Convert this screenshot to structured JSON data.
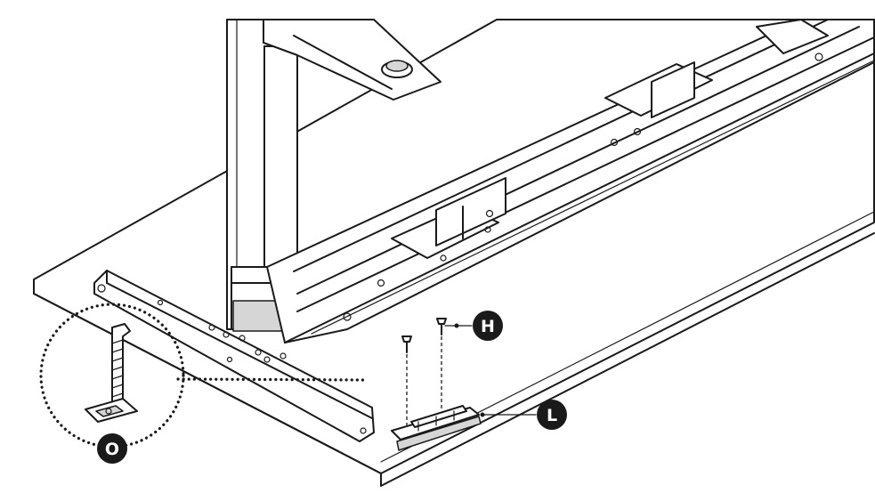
{
  "callouts": {
    "screw": "H",
    "bracket": "L",
    "clip_detail": "O"
  },
  "colors": {
    "line": "#1a1a1a",
    "fill": "#ffffff",
    "shade": "#d6d6d6"
  }
}
